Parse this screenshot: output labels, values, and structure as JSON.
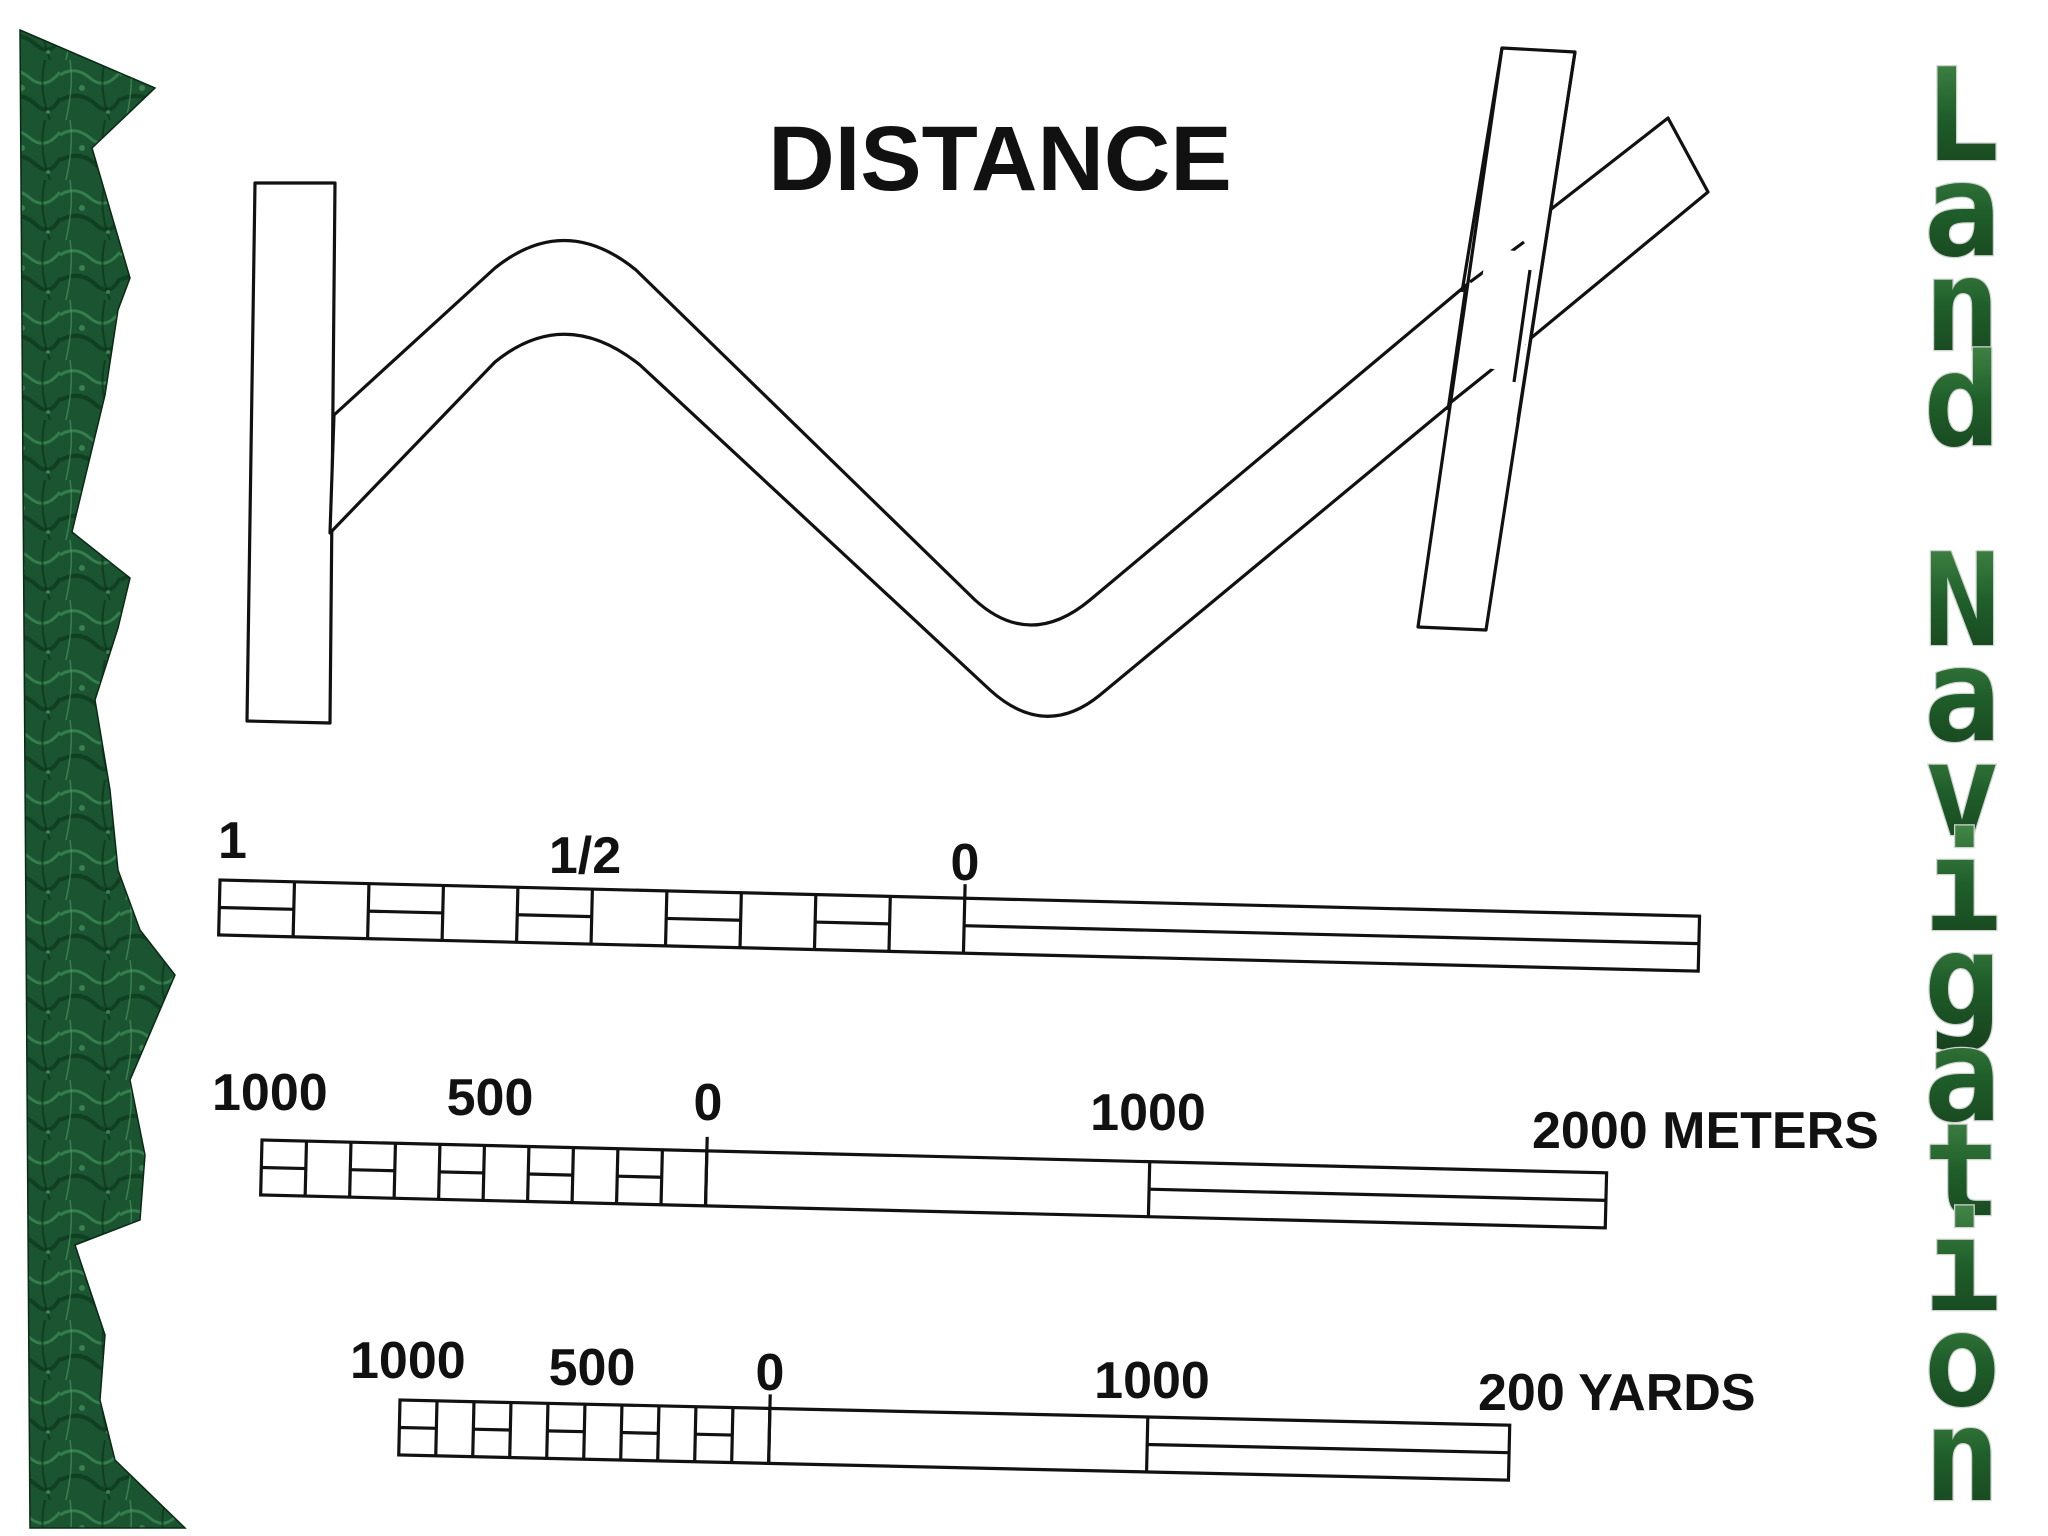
{
  "title": "DISTANCE",
  "side_title": "Land Navigation",
  "colors": {
    "border_green_dark": "#123f22",
    "border_green_light": "#2e7a44",
    "letter_green": "#2b6b34",
    "ink": "#111111"
  },
  "scales": [
    {
      "id": "statute",
      "labels": [
        {
          "text": "1"
        },
        {
          "text": "1/2"
        },
        {
          "text": "0"
        }
      ]
    },
    {
      "id": "meters",
      "labels": [
        {
          "text": "1000"
        },
        {
          "text": "500"
        },
        {
          "text": "0"
        },
        {
          "text": "1000"
        },
        {
          "text": "2000 METERS"
        }
      ]
    },
    {
      "id": "yards",
      "labels": [
        {
          "text": "1000"
        },
        {
          "text": "500"
        },
        {
          "text": "0"
        },
        {
          "text": "1000"
        },
        {
          "text": "200 YARDS"
        }
      ]
    }
  ]
}
